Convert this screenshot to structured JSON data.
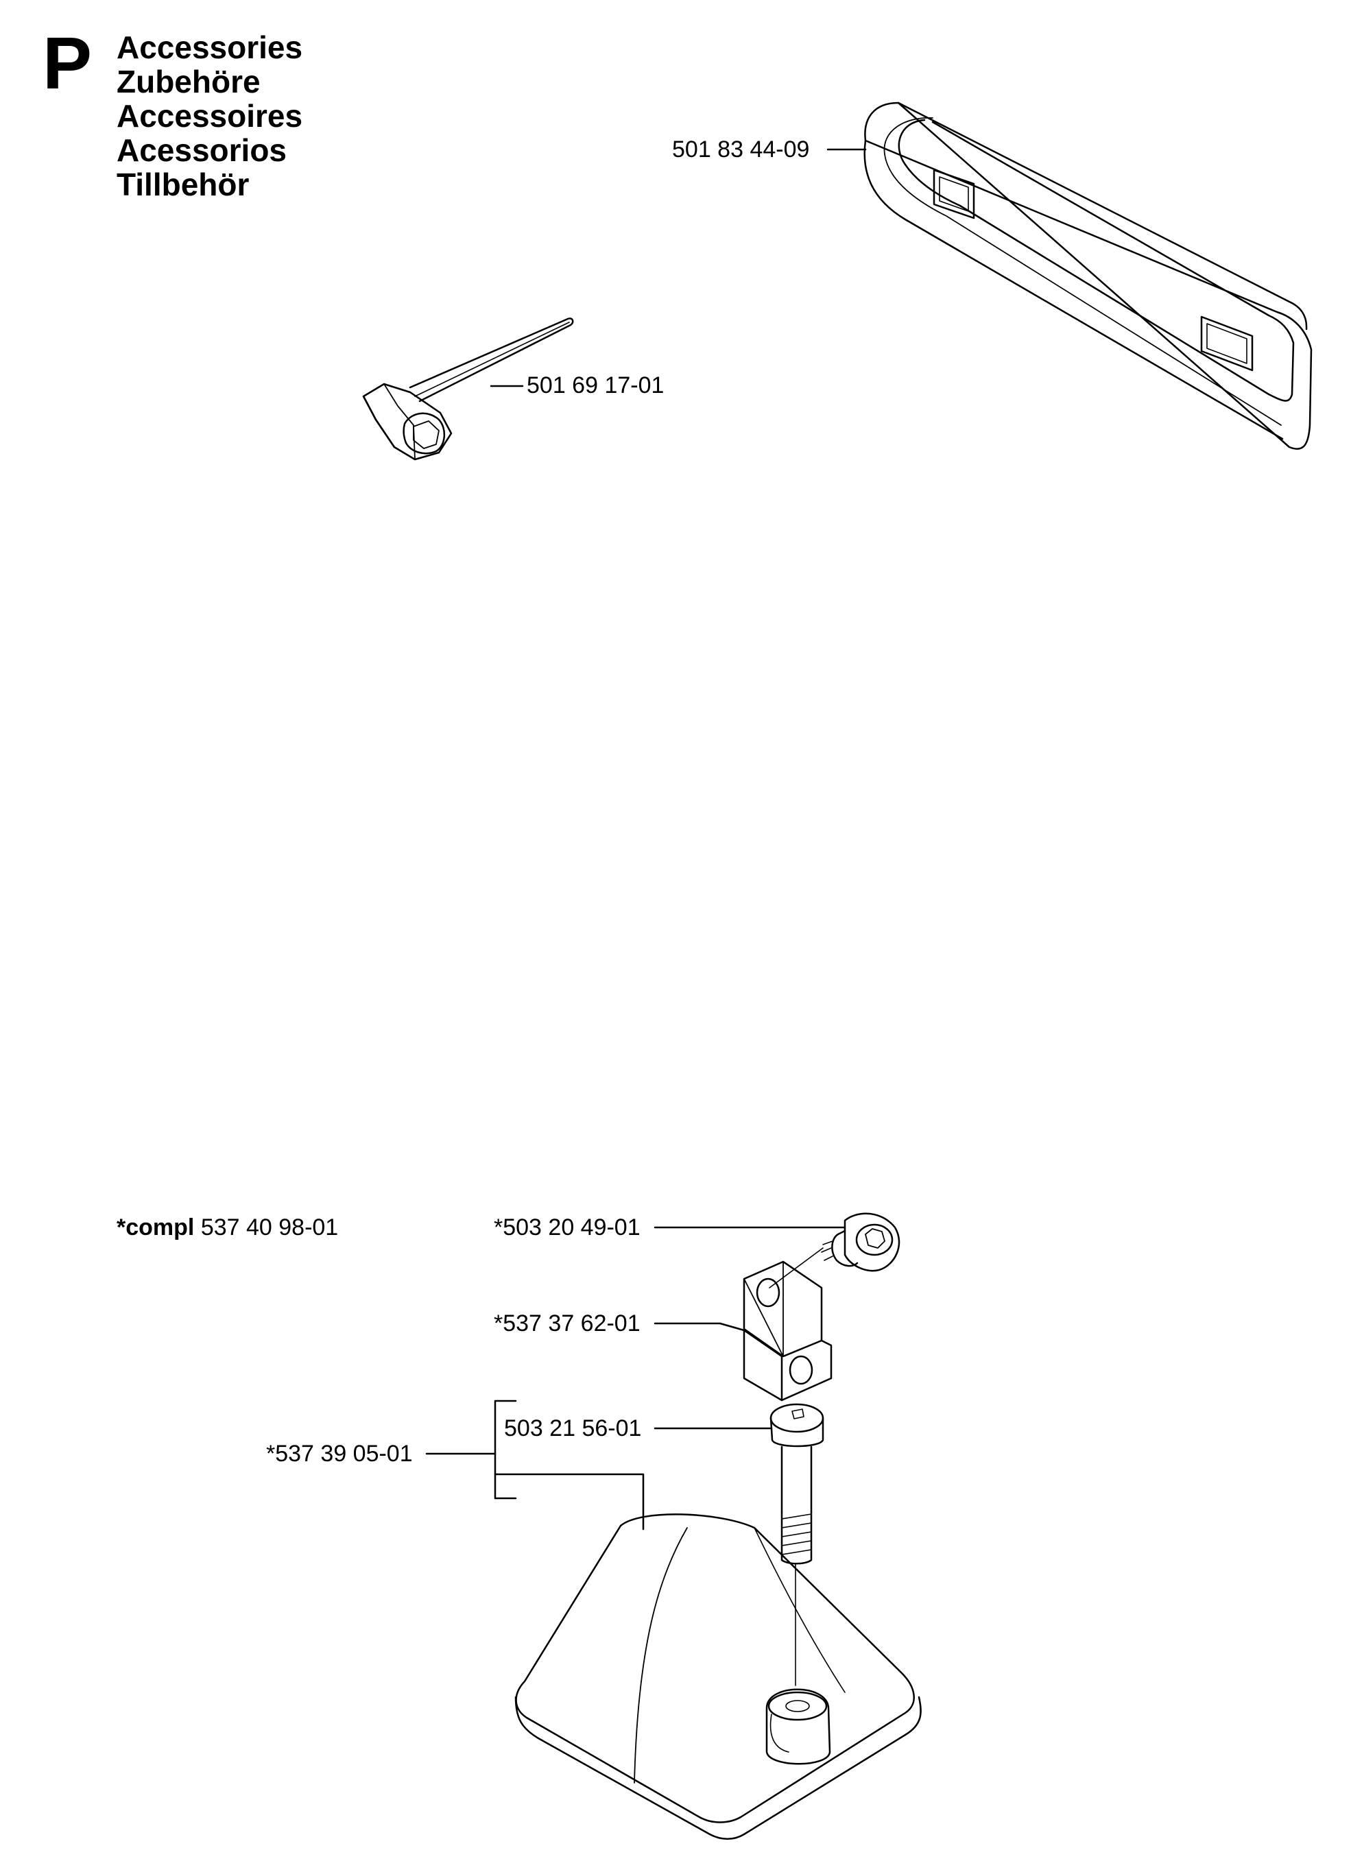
{
  "section": {
    "letter": "P",
    "titles": [
      "Accessories",
      "Zubehöre",
      "Accessoires",
      "Acessorios",
      "Tillbehör"
    ]
  },
  "parts": {
    "bar_cover": "501 83 44-09",
    "combination_wrench": "501 69 17-01",
    "kit_label_bold": "*compl",
    "kit_number": "537 40 98-01",
    "screw_top": "*503 20 49-01",
    "clamp_block": "*537 37 62-01",
    "base_assembly": "*537 39 05-01",
    "cylinder_screw": "503 21 56-01"
  }
}
